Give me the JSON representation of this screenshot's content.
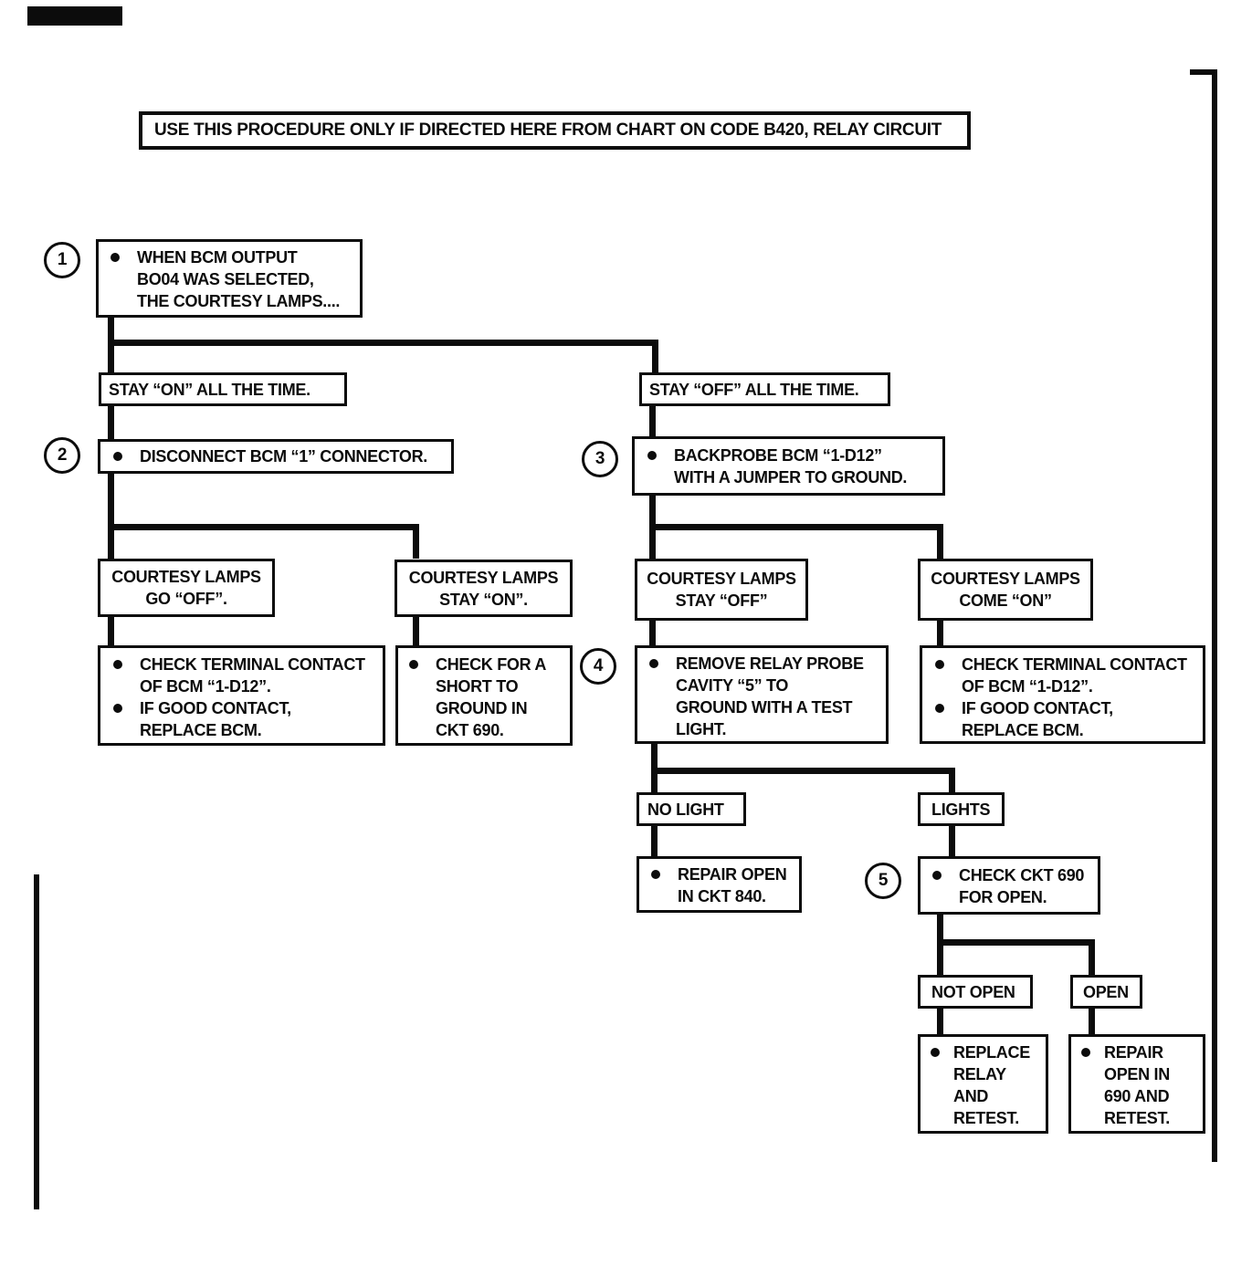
{
  "page": {
    "banner": "USE THIS PROCEDURE ONLY IF DIRECTED HERE FROM CHART ON CODE B420, RELAY CIRCUIT"
  },
  "nodes": {
    "step1": {
      "num": "1",
      "bullets": [
        [
          "WHEN BCM OUTPUT",
          "BO04 WAS SELECTED,",
          "THE COURTESY LAMPS...."
        ]
      ]
    },
    "stay_on": [
      "STAY “ON” ALL THE TIME."
    ],
    "stay_off": [
      "STAY “OFF” ALL THE TIME."
    ],
    "step2": {
      "num": "2",
      "bullets": [
        [
          "DISCONNECT BCM “1” CONNECTOR."
        ]
      ]
    },
    "step3": {
      "num": "3",
      "bullets": [
        [
          "BACKPROBE BCM “1-D12”",
          "WITH A JUMPER TO GROUND."
        ]
      ]
    },
    "lamps_go_off": [
      "COURTESY LAMPS",
      "GO “OFF”."
    ],
    "lamps_stay_on": [
      "COURTESY LAMPS",
      "STAY “ON”."
    ],
    "lamps_stay_off": [
      "COURTESY LAMPS",
      "STAY “OFF”"
    ],
    "lamps_come_on": [
      "COURTESY LAMPS",
      "COME “ON”"
    ],
    "check_terminal_left": {
      "bullets": [
        [
          "CHECK TERMINAL CONTACT",
          "OF BCM “1-D12”."
        ],
        [
          "IF GOOD CONTACT,",
          "REPLACE BCM."
        ]
      ]
    },
    "check_short": {
      "bullets": [
        [
          "CHECK FOR A",
          "SHORT TO",
          "GROUND IN",
          "CKT 690."
        ]
      ]
    },
    "step4": {
      "num": "4",
      "bullets": [
        [
          "REMOVE RELAY PROBE",
          "CAVITY “5” TO",
          "GROUND WITH A TEST",
          "LIGHT."
        ]
      ]
    },
    "check_terminal_right": {
      "bullets": [
        [
          "CHECK TERMINAL CONTACT",
          "OF BCM “1-D12”."
        ],
        [
          "IF GOOD CONTACT,",
          "REPLACE BCM."
        ]
      ]
    },
    "no_light": [
      "NO LIGHT"
    ],
    "lights": [
      "LIGHTS"
    ],
    "repair_ckt840": {
      "bullets": [
        [
          "REPAIR OPEN",
          "IN CKT 840."
        ]
      ]
    },
    "step5": {
      "num": "5",
      "bullets": [
        [
          "CHECK CKT 690",
          "FOR OPEN."
        ]
      ]
    },
    "not_open": [
      "NOT OPEN"
    ],
    "open": [
      "OPEN"
    ],
    "replace_relay": {
      "bullets": [
        [
          "REPLACE",
          "RELAY",
          "AND",
          "RETEST."
        ]
      ]
    },
    "repair_690": {
      "bullets": [
        [
          "REPAIR",
          "OPEN IN",
          "690 AND",
          "RETEST."
        ]
      ]
    }
  },
  "colors": {
    "ink": "#0c0c0c",
    "paper": "#ffffff"
  }
}
